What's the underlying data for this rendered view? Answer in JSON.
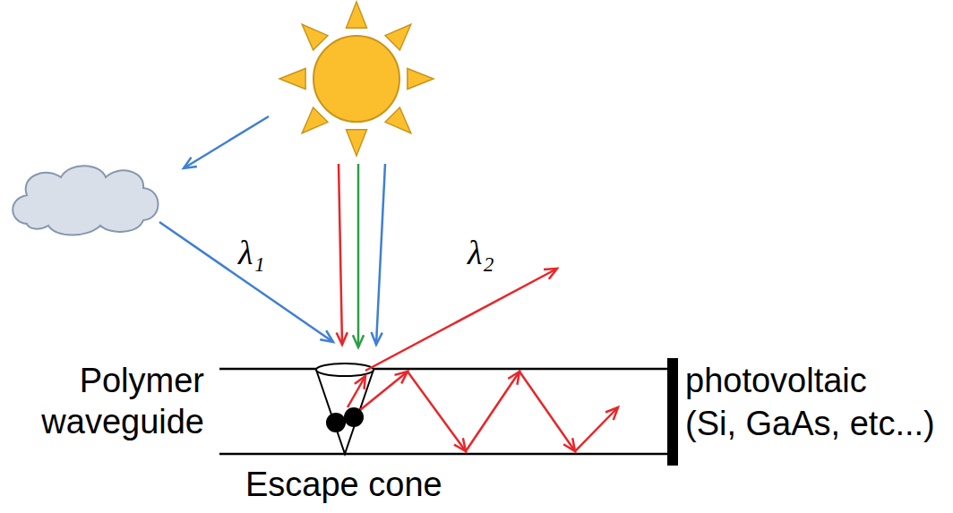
{
  "diagram": {
    "labels": [
      "λ₁",
      "λ₂",
      "Polymer waveguide",
      "Escape cone",
      "photovoltaic",
      "(Si, GaAs, etc...)"
    ]
  }
}
